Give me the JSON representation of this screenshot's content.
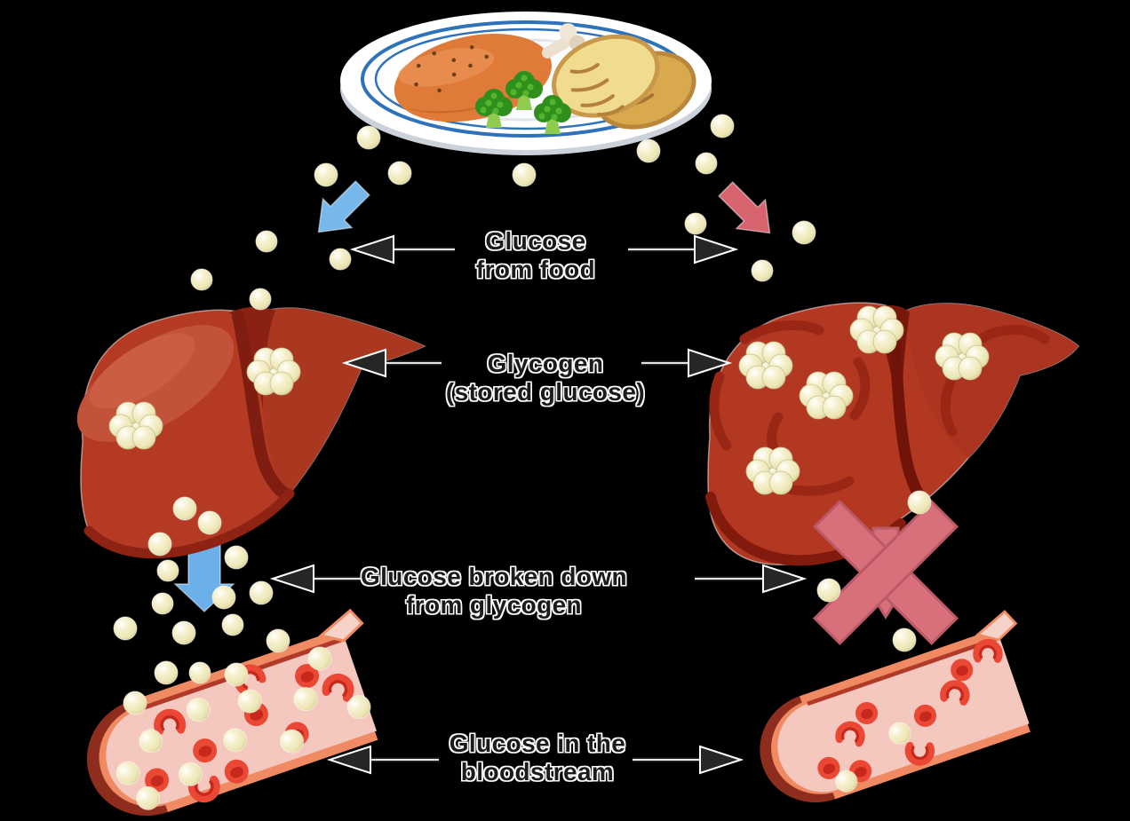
{
  "figure": {
    "subject": "liver glycogen storage cycle",
    "left_side": {
      "liver_glycogen_clusters": 2,
      "bloodstream_glucose_level": "high",
      "glycogen_breakdown": "occurs"
    },
    "right_side": {
      "liver_glycogen_clusters": 5,
      "bloodstream_glucose_level": "low",
      "glycogen_breakdown": "blocked"
    }
  },
  "labels": {
    "glucose_from_food": [
      "Glucose",
      "from food"
    ],
    "glycogen_stored": [
      "Glycogen",
      "(stored glucose)"
    ],
    "glucose_broken_down": [
      "Glucose broken down",
      "from glycogen"
    ],
    "glucose_in_bloodstream": [
      "Glucose in the",
      "bloodstream"
    ]
  },
  "colors": {
    "background": "#000000",
    "label_text": "#1b1b1b",
    "label_outline": "#ffffff",
    "arrow_black": "#262626",
    "blue_arrow": "#76b7ec",
    "pink_arrow": "#d6636e",
    "x_mark_fill": "#d7707b",
    "x_mark_border": "#bb5a66",
    "liver_red": "#b43a23",
    "liver_dark": "#7e1d10",
    "glucose_bead": "#f2ecc5",
    "vessel_rim": "#ef8a62",
    "vessel_interior": "#f4c8bf",
    "blood_cell": "#ea4834",
    "plate_ring_blue": "#2e72bc",
    "broccoli_green": "#2f8f1d",
    "chicken_orange": "#e07a38",
    "bread_tan": "#f0db8e"
  },
  "icons": [
    {
      "name": "plate-of-food-icon",
      "meaning": "meal: chicken drumstick, broccoli, bread"
    },
    {
      "name": "liver-low-glycogen-icon",
      "meaning": "liver with little stored glycogen"
    },
    {
      "name": "liver-high-glycogen-icon",
      "meaning": "liver full of stored glycogen"
    },
    {
      "name": "glycogen-cluster-icon",
      "meaning": "stored glucose granule cluster"
    },
    {
      "name": "glucose-bead-icon",
      "meaning": "free glucose molecule"
    },
    {
      "name": "blue-down-arrow-icon",
      "meaning": "glucose flow (normal)"
    },
    {
      "name": "pink-down-arrow-icon",
      "meaning": "glucose flow (storage side)"
    },
    {
      "name": "no-breakdown-x-icon",
      "meaning": "glycogen breakdown blocked"
    },
    {
      "name": "blood-vessel-high-glucose-icon",
      "meaning": "bloodstream with many glucose beads"
    },
    {
      "name": "blood-vessel-low-glucose-icon",
      "meaning": "bloodstream with few glucose beads"
    }
  ]
}
